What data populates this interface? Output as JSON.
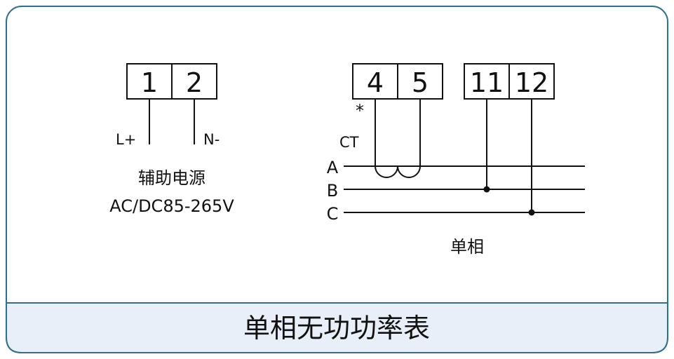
{
  "colors": {
    "frame_border": "#2f6f88",
    "title_bar_bg": "#e8eff8",
    "ink": "#111111"
  },
  "aux_power": {
    "terminals": [
      "1",
      "2"
    ],
    "pin_labels": [
      "L+",
      "N-"
    ],
    "caption_line1": "辅助电源",
    "caption_line2": "AC/DC85-265V"
  },
  "signal": {
    "ct_terminals": [
      "4",
      "5"
    ],
    "voltage_terminals": [
      "11",
      "12"
    ],
    "polarity_mark": "*",
    "ct_label": "CT",
    "phases": [
      "A",
      "B",
      "C"
    ],
    "caption": "单相"
  },
  "title": "单相无功功率表"
}
